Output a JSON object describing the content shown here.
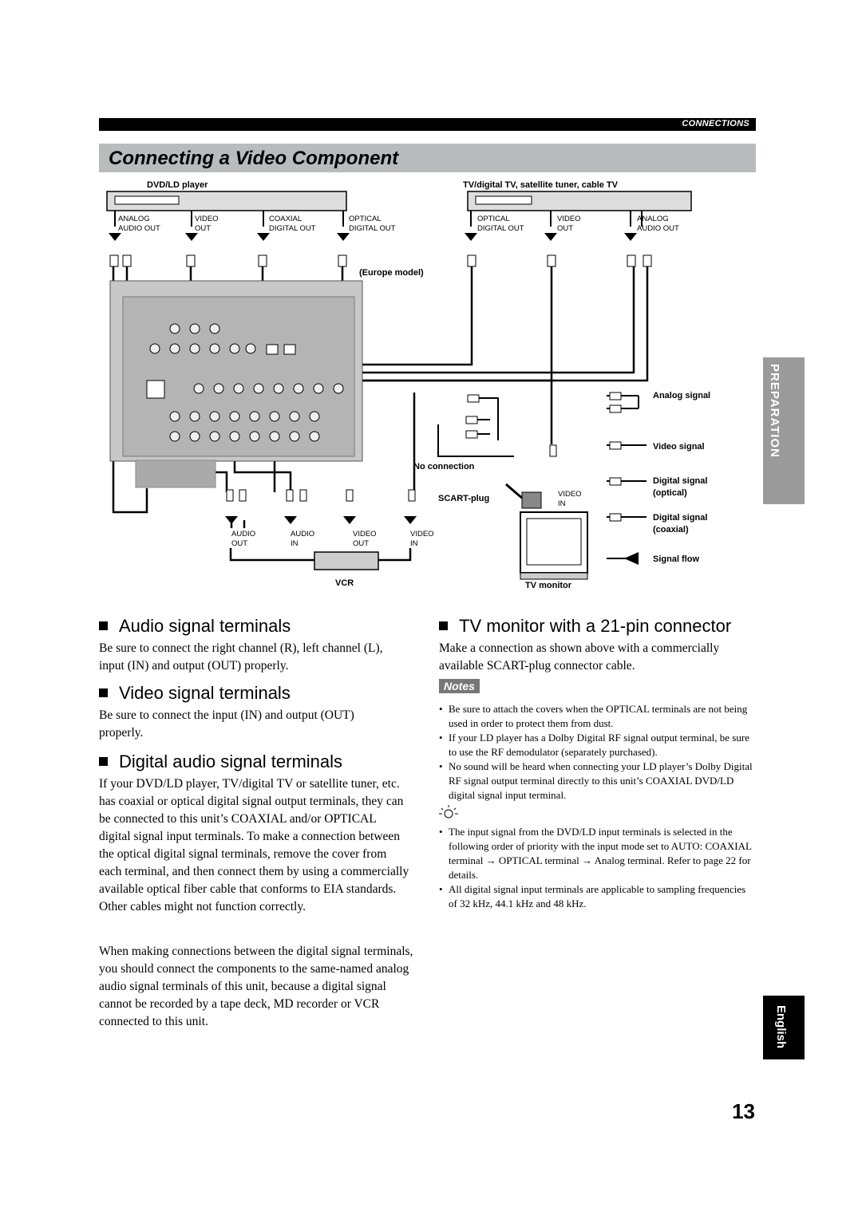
{
  "header": {
    "section": "CONNECTIONS",
    "title": "Connecting a Video Component"
  },
  "diagram": {
    "dvd_player": "DVD/LD player",
    "tv_source": "TV/digital TV, satellite tuner, cable TV",
    "dvd_analog": [
      "ANALOG",
      "AUDIO OUT"
    ],
    "dvd_video": [
      "VIDEO",
      "OUT"
    ],
    "dvd_coaxial": [
      "COAXIAL",
      "DIGITAL OUT"
    ],
    "dvd_optical": [
      "OPTICAL",
      "DIGITAL OUT"
    ],
    "tv_optical": [
      "OPTICAL",
      "DIGITAL OUT"
    ],
    "tv_video": [
      "VIDEO",
      "OUT"
    ],
    "tv_analog": [
      "ANALOG",
      "AUDIO OUT"
    ],
    "europe_model": "(Europe model)",
    "no_connection": "No connection",
    "scart_plug": "SCART-plug",
    "video_in": [
      "VIDEO",
      "IN"
    ],
    "vcr_audio_out": [
      "AUDIO",
      "OUT"
    ],
    "vcr_audio_in": [
      "AUDIO",
      "IN"
    ],
    "vcr_video_out": [
      "VIDEO",
      "OUT"
    ],
    "vcr_video_in": [
      "VIDEO",
      "IN"
    ],
    "vcr": "VCR",
    "tv_monitor": "TV monitor",
    "legend": {
      "analog": "Analog signal",
      "video": "Video signal",
      "optical": [
        "Digital signal",
        "(optical)"
      ],
      "coaxial": [
        "Digital signal",
        "(coaxial)"
      ],
      "flow": "Signal flow"
    }
  },
  "sections": {
    "audio": {
      "heading": "Audio signal terminals",
      "text": "Be sure to connect the right channel (R), left channel (L), input (IN) and output (OUT) properly."
    },
    "video": {
      "heading": "Video signal terminals",
      "text": "Be sure to connect the input (IN) and output (OUT) properly."
    },
    "digital": {
      "heading": "Digital audio signal terminals",
      "text1": "If your DVD/LD player, TV/digital TV or satellite tuner, etc. has coaxial or optical digital signal output terminals, they can be connected to this unit’s COAXIAL and/or OPTICAL digital signal input terminals. To make a connection between the optical digital signal terminals, remove the cover from each terminal, and then connect them by using a commercially available optical fiber cable that conforms to EIA standards. Other cables might not function correctly.",
      "text2": "When making connections between the digital signal terminals, you should connect the components to the same-named analog audio signal terminals of this unit, because a digital signal cannot be recorded by a tape deck, MD recorder or VCR connected to this unit."
    },
    "tv": {
      "heading": "TV monitor with a 21-pin connector",
      "text": "Make a connection as shown above with a commercially available SCART-plug connector cable."
    }
  },
  "notes": {
    "label": "Notes",
    "items": [
      "Be sure to attach the covers when the OPTICAL terminals are not being used in order to protect them from dust.",
      "If your LD player has a Dolby Digital RF signal output terminal, be sure to use the RF demodulator (separately purchased).",
      "No sound will be heard when connecting your LD player’s Dolby Digital RF signal output terminal directly to this unit’s COAXIAL DVD/LD digital signal input terminal."
    ]
  },
  "tips": {
    "items": [
      "The input signal from the DVD/LD input terminals is selected in the following order of priority with the input mode set to AUTO: COAXIAL terminal → OPTICAL terminal → Analog terminal. Refer to page 22 for details.",
      "All digital signal input terminals are applicable to sampling frequencies of 32 kHz, 44.1 kHz and 48 kHz."
    ]
  },
  "side_tab": "PREPARATION",
  "language_tab": "English",
  "page_number": "13"
}
